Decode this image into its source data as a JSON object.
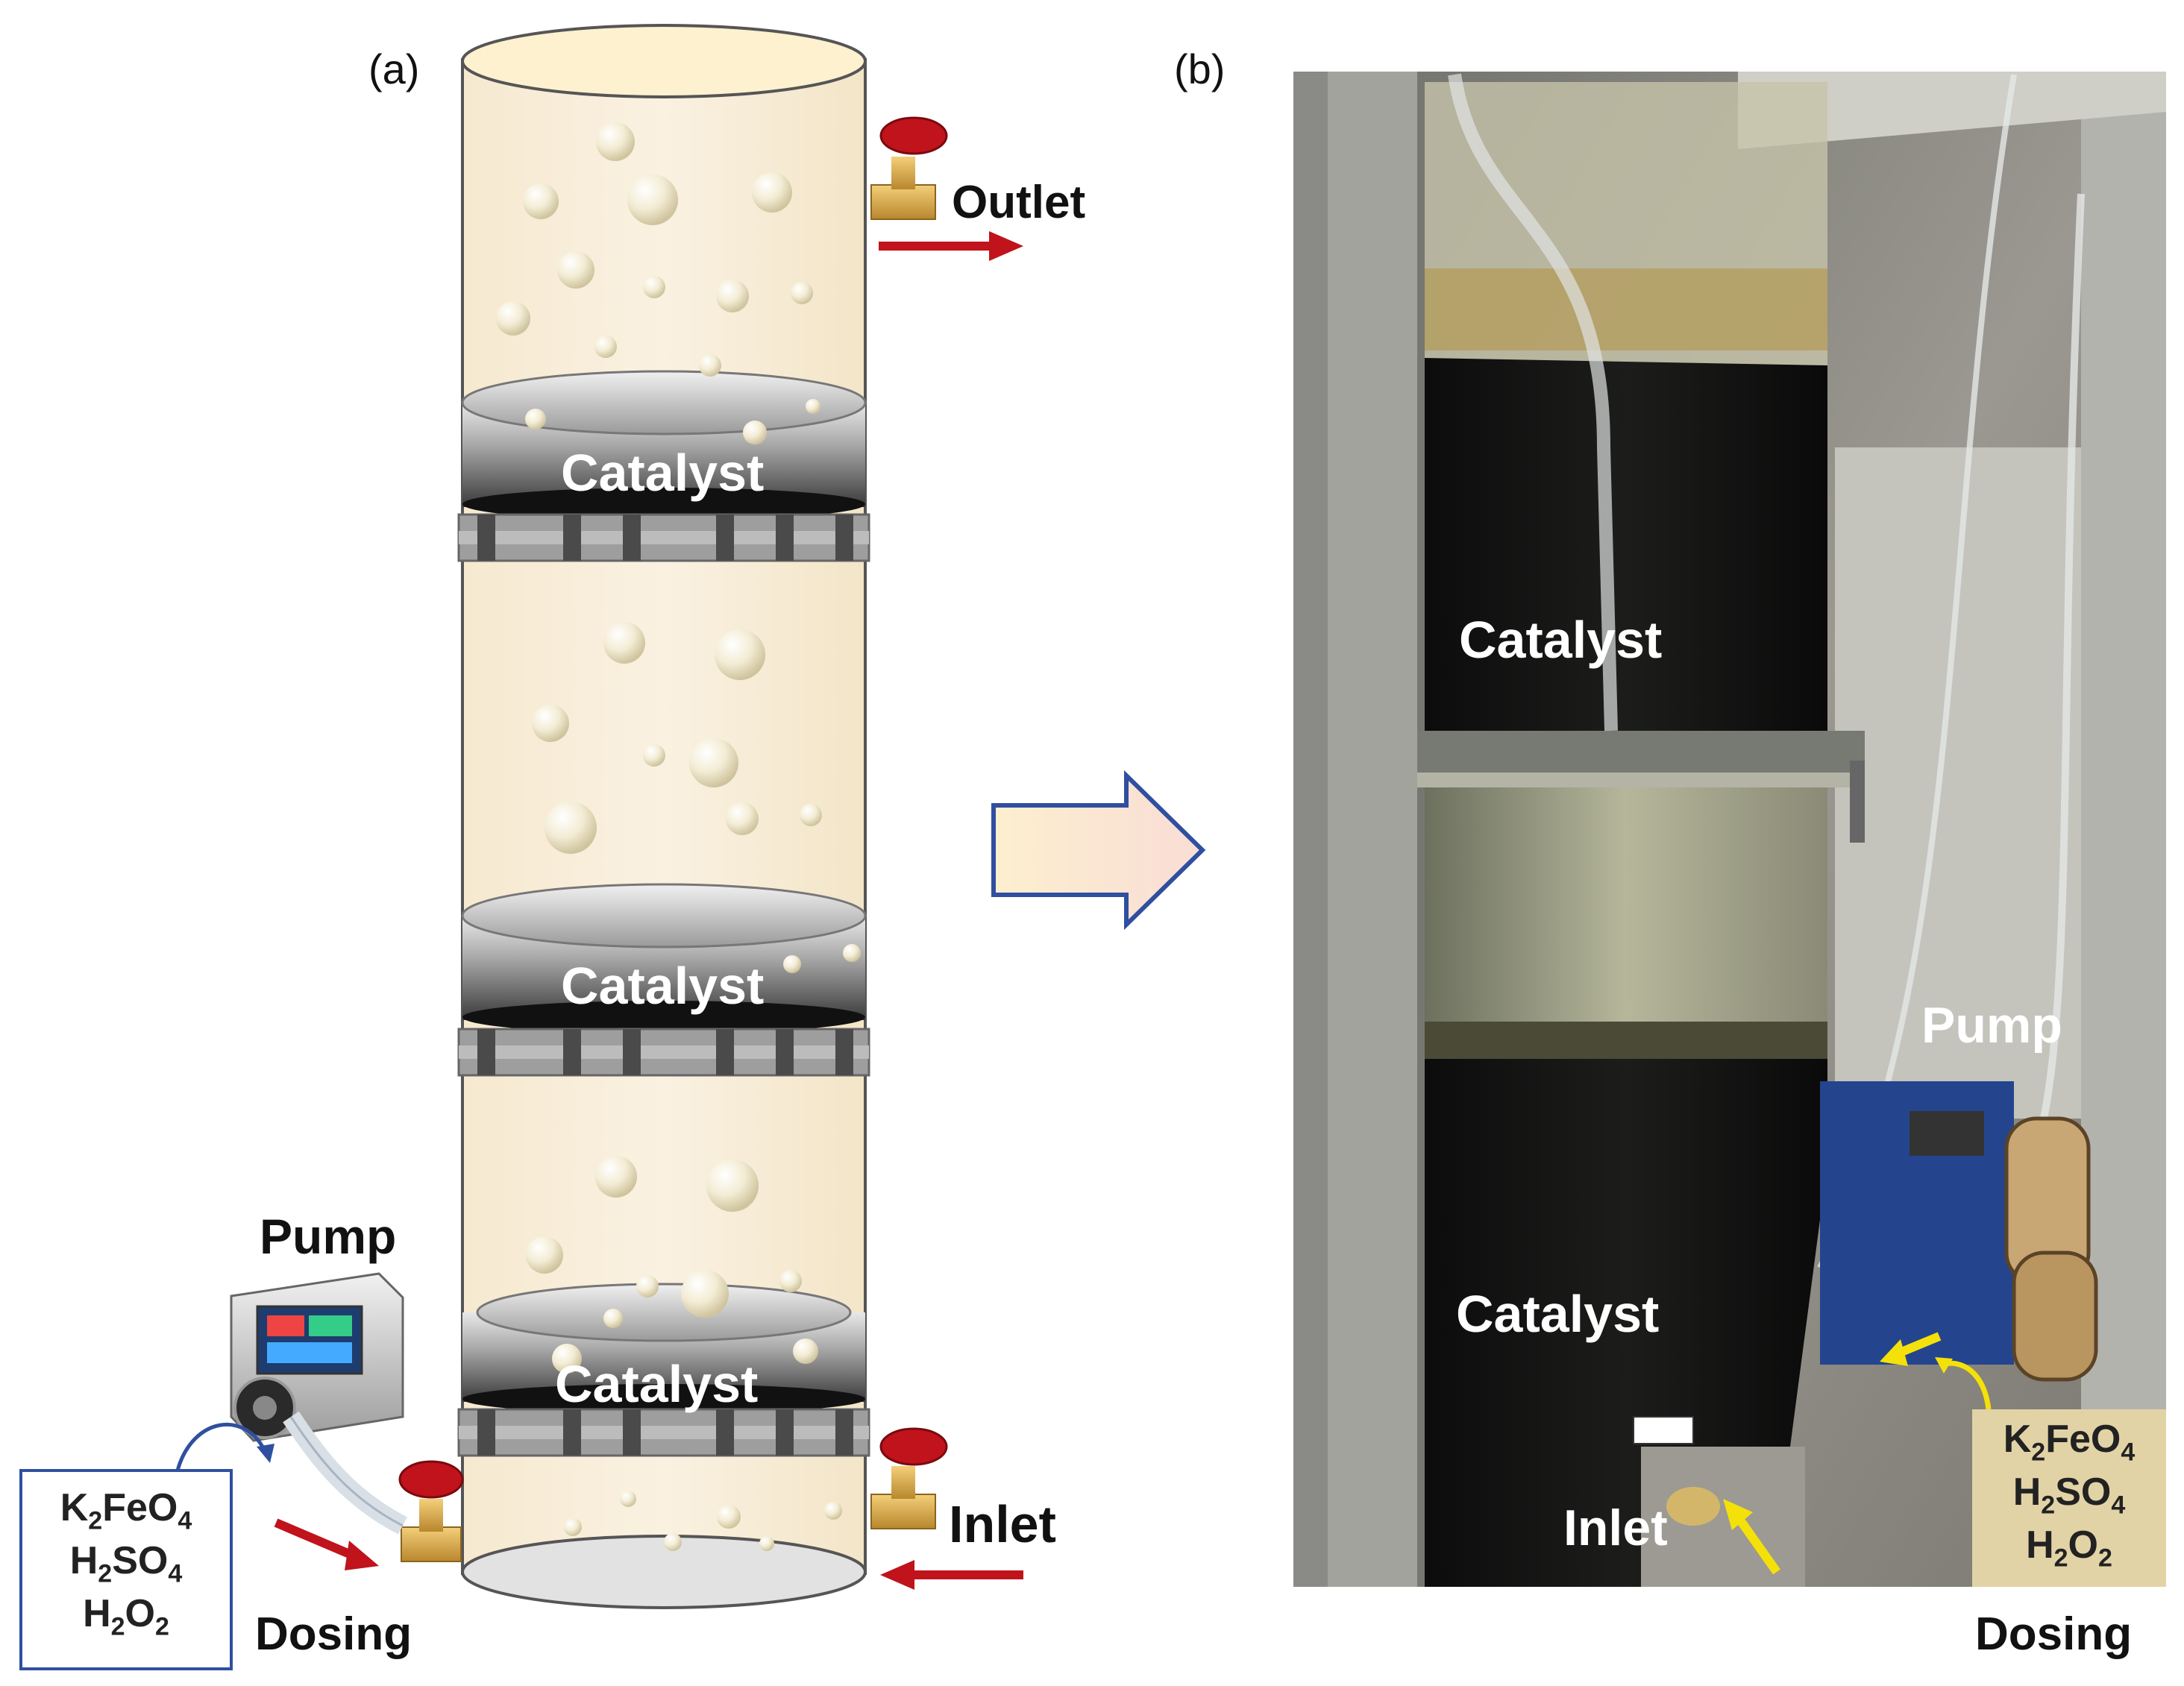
{
  "panels": {
    "a": "(a)",
    "b": "(b)"
  },
  "diagram": {
    "catalyst_labels": [
      "Catalyst",
      "Catalyst",
      "Catalyst"
    ],
    "outlet": "Outlet",
    "inlet": "Inlet",
    "pump": "Pump",
    "dosing": "Dosing",
    "chemicals": [
      {
        "base": "K",
        "sub1": "2",
        "mid": "FeO",
        "sub2": "4"
      },
      {
        "base": "H",
        "sub1": "2",
        "mid": "SO",
        "sub2": "4"
      },
      {
        "base": "H",
        "sub1": "2",
        "mid": "O",
        "sub2": "2"
      }
    ]
  },
  "photo": {
    "catalyst_labels": [
      "Catalyst",
      "Catalyst"
    ],
    "pump": "Pump",
    "inlet": "Inlet",
    "dosing": "Dosing",
    "chemicals": [
      {
        "base": "K",
        "sub1": "2",
        "mid": "FeO",
        "sub2": "4"
      },
      {
        "base": "H",
        "sub1": "2",
        "mid": "SO",
        "sub2": "4"
      },
      {
        "base": "H",
        "sub1": "2",
        "mid": "O",
        "sub2": "2"
      }
    ]
  },
  "colors": {
    "liquid": "#f8ecd6",
    "arrow_red": "#c0131b",
    "arrow_blue_outline": "#2f4fa0",
    "photo_dark": "#141414",
    "highlight_yellow": "#f5e10a",
    "dosing_box_bg": "#e2d3a6"
  }
}
